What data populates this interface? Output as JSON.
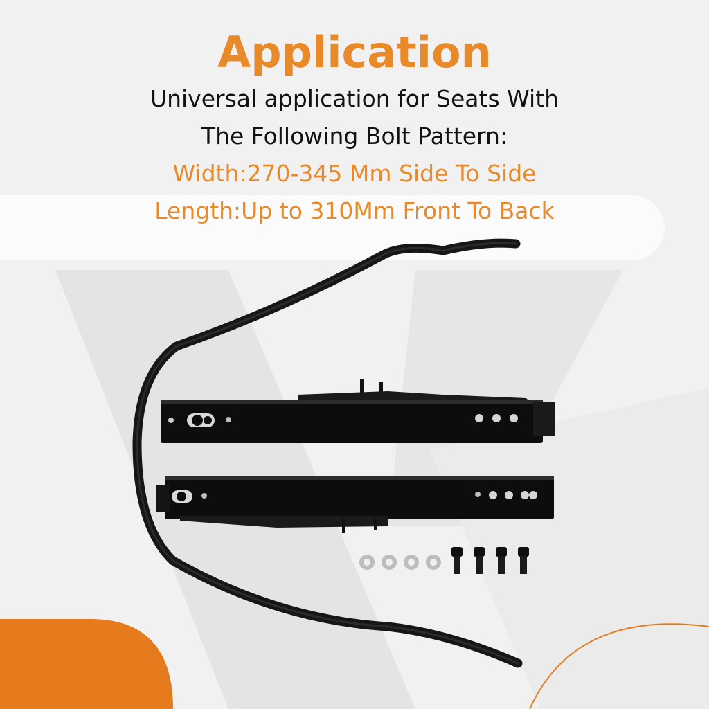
{
  "heading": {
    "title": "Application",
    "line1": "Universal application for Seats With",
    "line2": "The Following Bolt Pattern:",
    "width_spec": "Width:270-345 Mm Side To Side",
    "length_spec": "Length:Up to 310Mm Front To Back"
  },
  "colors": {
    "accent": "#e98a2a",
    "text": "#121212",
    "background": "#f2f2f2"
  }
}
